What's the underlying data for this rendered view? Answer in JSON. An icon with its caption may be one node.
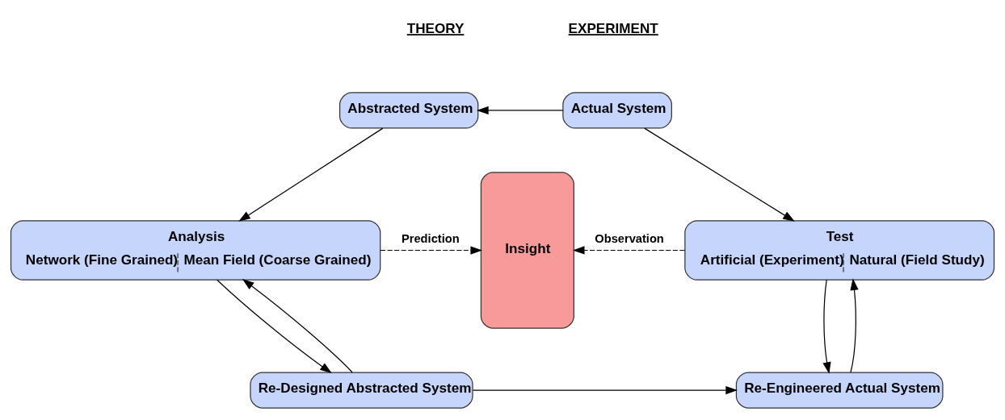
{
  "diagram": {
    "nodes": [
      {
        "text": [
          "Abstracted System"
        ]
      },
      {
        "text": [
          "Actual System"
        ]
      },
      {
        "text": [
          "Insight"
        ]
      },
      {
        "text": [
          "Analysis",
          "Network (Fine Grained)",
          "Mean Field (Coarse Grained)"
        ]
      },
      {
        "text": [
          "Test",
          "Artificial (Experiment)",
          "Natural (Field Study)"
        ]
      },
      {
        "text": [
          "Re-Designed Abstracted System"
        ]
      },
      {
        "text": [
          "Re-Engineered Actual System"
        ]
      }
    ],
    "edges": [
      {
        "from": 1,
        "to": 0,
        "arrow": "to"
      },
      {
        "from": 0,
        "to": 3,
        "arrow": "to"
      },
      {
        "from": 1,
        "to": 4,
        "arrow": "to"
      },
      {
        "from": 3,
        "to": 2,
        "arrow": "to",
        "label": "Prediction",
        "style": "dashed"
      },
      {
        "from": 4,
        "to": 2,
        "arrow": "to",
        "label": "Observation",
        "style": "dashed"
      },
      {
        "from": 3,
        "to": 5,
        "arrow": "to"
      },
      {
        "from": 4,
        "to": 6,
        "arrow": "to"
      },
      {
        "from": 5,
        "to": 6,
        "arrow": "to"
      },
      {
        "from": 5,
        "to": 3,
        "arrow": "to"
      },
      {
        "from": 6,
        "to": 4,
        "arrow": "to"
      }
    ],
    "labels": [
      "THEORY",
      "EXPERIMENT"
    ]
  }
}
